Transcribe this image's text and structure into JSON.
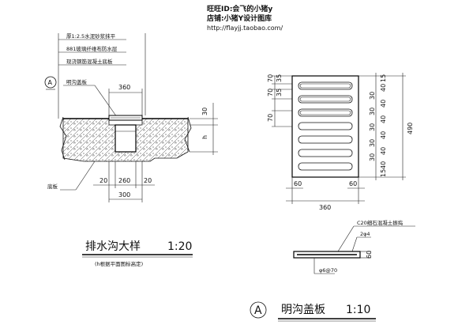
{
  "header": {
    "line1": "旺旺ID:会飞的小猪y",
    "line2": "店铺:小猪Y设计图库",
    "line3": "http://flayjj.taobao.com/"
  },
  "section": {
    "layer_notes": [
      "厚1:2.5水泥砂浆抹平",
      "881玻璃纤维布防水层",
      "现浇钢筋混凝土底板"
    ],
    "marker": "A",
    "cover_label": "明沟盖板",
    "base_label": "底板",
    "dims": {
      "top": "360",
      "right_30": "30",
      "right_h": "h",
      "b20a": "20",
      "b260": "260",
      "b20b": "20",
      "b300": "300"
    },
    "title": "排水沟大样",
    "scale": "1:20",
    "note": "(h根据平面图标高定)"
  },
  "plan": {
    "left_dims": [
      "70",
      "35",
      "70",
      "35",
      "70"
    ],
    "right_dims": [
      "15",
      "40",
      "30",
      "40",
      "30",
      "40",
      "30",
      "40",
      "30",
      "40",
      "30",
      "40",
      "15"
    ],
    "overall_height": "490",
    "bottom_dims": {
      "left": "60",
      "right": "60",
      "width": "360"
    }
  },
  "cover_section": {
    "material": "C20细石混凝土振捣",
    "rebar_top": "2φ4",
    "rebar_bottom": "φ6@70",
    "thickness": "60"
  },
  "cover_title": {
    "marker": "A",
    "title": "明沟盖板",
    "scale": "1:10"
  }
}
